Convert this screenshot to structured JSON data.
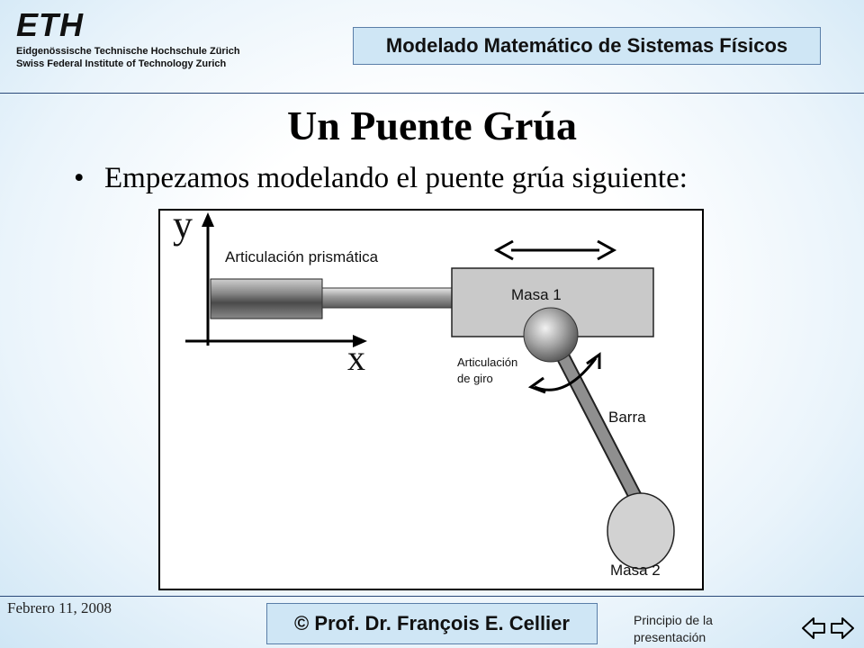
{
  "logo": {
    "mark": "ETH",
    "line1": "Eidgenössische Technische Hochschule Zürich",
    "line2": "Swiss Federal Institute of Technology Zurich"
  },
  "header": {
    "title": "Modelado Matemático de Sistemas Físicos"
  },
  "slide": {
    "title": "Un Puente Grúa",
    "bullet": "Empezamos modelando el puente grúa siguiente:"
  },
  "figure": {
    "axis_y": "y",
    "axis_x": "x",
    "prismatic_joint": "Articulación prismática",
    "mass1": "Masa 1",
    "rotary_joint_line1": "Articulación",
    "rotary_joint_line2": "de giro",
    "bar": "Barra",
    "mass2": "Masa 2"
  },
  "footer": {
    "date": "Febrero 11, 2008",
    "copyright": "©  Prof. Dr. François E. Cellier",
    "home_link": "Principio de la presentación",
    "nav_back_icon": "back-arrow-icon",
    "nav_forward_icon": "forward-arrow-icon"
  }
}
